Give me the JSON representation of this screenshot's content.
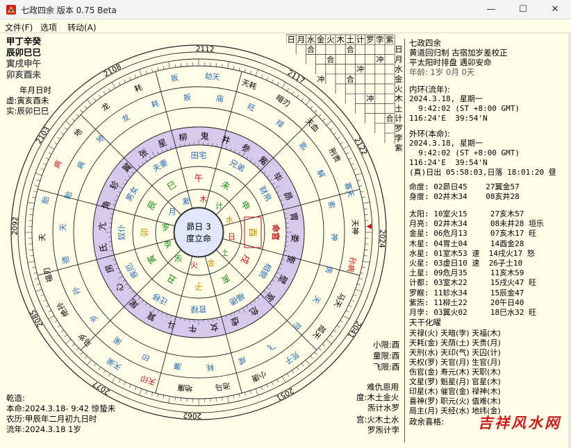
{
  "window": {
    "title": "七政四余 版本 0.75 Beta",
    "controls": [
      "—",
      "☐",
      "✕"
    ]
  },
  "menu": [
    "文件(F)",
    "选项",
    "转动(A)"
  ],
  "pillars": {
    "line1": "甲丁辛癸",
    "line2": "辰卯巳巳",
    "line3": "寅戌申午",
    "line4": "卯亥酉未"
  },
  "ymdh": {
    "header": "年月日时",
    "xu": "虚:寅亥酉未",
    "shi": "实:辰卯巳巳"
  },
  "bottom_left": {
    "qianzao": "乾造:",
    "benming": "本命:2024.3.18- 9:42 惊蛰未",
    "nongli": "农历:甲辰年二月初九日时",
    "liunian": "流年:2024.3.18 1岁"
  },
  "bottom_mid": {
    "xiaoxian": "小限:酉",
    "tongxian": "童限:酉",
    "feixian": "飞限:酉",
    "nanchou": "难仇恩用",
    "du": "度:木土金火",
    "du2": "炁计水罗",
    "gong": "宫:火木土水",
    "gong2": "罗炁计孛"
  },
  "right_panel": {
    "title1": "七政四余",
    "title2": "黄道回归制 古宿加岁差校正",
    "title3": "平太阳时排盘 遇卯安命",
    "age": "年龄: 1岁 0月 0天",
    "inner_ring": "内环(流年):",
    "inner_date": "2024.3.18, 星期一",
    "inner_time": "  9:42:02 (ST +8:00 GMT)",
    "inner_coord": "116:24'E  39:54'N",
    "outer_ring": "外环(本命):",
    "outer_date": "2024.3.18, 星期一",
    "outer_time": "  9:42:02 (ST +8:00 GMT)",
    "outer_coord": "116:24'E  39:54'N",
    "sunrise": "(真)日出 05:58:03,日落 18:01:20 昼",
    "mingdu": "命度: 02昴日45    27翼金57",
    "shendu": "身度: 02井木34    08亥井28",
    "planets": [
      "太阳: 10室火15     27亥木57",
      "月亮: 02井木34     08未井28 垣乐",
      "金星: 06危月13     07亥木17 旺",
      "木星: 04胃土04     14酉金28",
      "水星: 01室木53 速  14戌火17 怒",
      "火星: 03虚日10 速  26子土10",
      "土星: 09危月35     11亥木59",
      "计都: 03室木22     15戌火47 旺",
      "罗睺: 11轸水34     15辰金47",
      "紫炁: 11柳土22     20午日40",
      "月孛: 03翼火02     18巳水32 旺"
    ],
    "tiangan_title": "天干化曜",
    "tiangan": [
      "天禄(火) 天暗(孛) 天福(木)",
      "天耗(金) 天荫(土) 天贵(月)",
      "天刑(水) 天印(气) 天囚(计)",
      "天权(罗) 天官(月) 生官(月)",
      "伤官(金) 寿元(木) 天职(木)",
      "文星(罗) 魁星(月) 官星(木)",
      "印星(木) 催官(金) 禄神(木)",
      "喜神(罗) 职元(火) 值难(木)",
      "局主(月) 天经(水) 地纬(金)"
    ],
    "zhengyu": "政余喜格:"
  },
  "grid": {
    "headers": [
      "日",
      "月",
      "水",
      "金",
      "火",
      "木",
      "土",
      "计",
      "罗",
      "孛",
      "紫"
    ],
    "row_labels": [
      "日",
      "月",
      "水",
      "金",
      "火",
      "木",
      "土",
      "计",
      "罗",
      "孛",
      "紫"
    ],
    "cells": [
      {
        "r": 1,
        "c": 2,
        "t": "合"
      },
      {
        "r": 1,
        "c": 6,
        "t": "合"
      },
      {
        "r": 2,
        "c": 9,
        "t": "冲"
      },
      {
        "r": 2,
        "c": 4,
        "t": "合"
      },
      {
        "r": 3,
        "c": 7,
        "t": "冲"
      },
      {
        "r": 4,
        "c": 3,
        "t": "冲"
      },
      {
        "r": 4,
        "c": 6,
        "t": "合"
      },
      {
        "r": 6,
        "c": 8,
        "t": "冲"
      },
      {
        "r": 8,
        "c": 10,
        "t": "合"
      }
    ]
  },
  "chart": {
    "center_line1": "昴日 3",
    "center_line2": "度立命",
    "mansions": [
      "张",
      "星",
      "柳",
      "鬼",
      "井",
      "参",
      "觜",
      "毕",
      "昴",
      "胃",
      "娄",
      "奎",
      "壁",
      "室",
      "危",
      "虚",
      "女",
      "牛",
      "斗",
      "箕",
      "尾",
      "心",
      "房",
      "氐",
      "亢",
      "角",
      "轸",
      "翼"
    ],
    "branches": [
      "午",
      "未",
      "申",
      "酉",
      "戌",
      "亥",
      "子",
      "丑",
      "寅",
      "卯",
      "辰",
      "巳"
    ],
    "palaces": [
      "田宅",
      "兄弟",
      "财帛",
      "命宫",
      "相貌",
      "福德",
      "官禄",
      "迁移",
      "疾厄",
      "奴仆",
      "男女",
      "夫妻"
    ],
    "palace_colors": [
      "#2a6ab0",
      "#2a6ab0",
      "#2a6ab0",
      "#c01010",
      "#2a6ab0",
      "#2a6ab0",
      "#2a6ab0",
      "#2a6ab0",
      "#2a6ab0",
      "#2a6ab0",
      "#2a6ab0",
      "#2a6ab0"
    ],
    "inner_planets": [
      {
        "t": "木",
        "color": "#c01010"
      },
      {
        "t": "计",
        "color": "#1a8a1a"
      },
      {
        "t": "水",
        "color": "#c09000"
      },
      {
        "t": "日",
        "color": "#c01010"
      },
      {
        "t": "土",
        "color": "#1a8a1a"
      },
      {
        "t": "金",
        "color": "#c09000"
      },
      {
        "t": "火",
        "color": "#c01010"
      },
      {
        "t": "炁",
        "color": "#1a8a1a"
      },
      {
        "t": "孛",
        "color": "#1a8a1a"
      },
      {
        "t": "罗",
        "color": "#1a8a1a"
      },
      {
        "t": "月",
        "color": "#2a6ab0"
      },
      {
        "t": "紫",
        "color": "#2a6ab0"
      }
    ],
    "degree_labels": [
      "2112",
      "2117",
      "2122",
      "2024",
      "2041",
      "2051",
      "2062",
      "2077",
      "2085",
      "2092",
      "2103",
      "2108"
    ],
    "outer_stars": [
      "劫天孟天庙",
      "天耗空杀旺",
      "暗刃天禄",
      "天血匙",
      "刑贵天解",
      "寡天索",
      "天神",
      "孙病",
      "马天",
      "孤天符",
      "死子刃飞",
      "小唐拦咸",
      "池马耗",
      "地廉",
      "天印",
      "天阑",
      "马岁",
      "绝孙",
      "福刃天德",
      "天",
      "胎",
      "病",
      "地",
      "龙",
      "耗",
      "扳"
    ],
    "watermark": "吉祥风水网"
  }
}
